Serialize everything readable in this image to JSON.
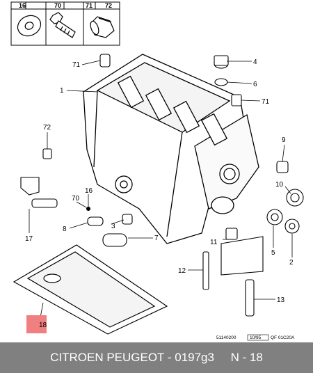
{
  "legend": {
    "items": [
      {
        "num": "16",
        "icon": "washer-icon"
      },
      {
        "num": "70",
        "icon": "bolt-icon"
      },
      {
        "num": "71",
        "icon": "plug-icon"
      },
      {
        "num": "72",
        "icon": "sleeve-icon"
      }
    ]
  },
  "callouts": {
    "c71a": "71",
    "c1": "1",
    "c72": "72",
    "c4": "4",
    "c6": "6",
    "c71b": "71",
    "c9": "9",
    "c10": "10",
    "c16": "16",
    "c70": "70",
    "c8": "8",
    "c3": "3",
    "c7": "7",
    "c17": "17",
    "c11": "11",
    "c5": "5",
    "c2": "2",
    "c12": "12",
    "c13": "13",
    "c18": "18"
  },
  "codes": {
    "drawing_number": "51140200",
    "date": "10/95",
    "reference": "QF 01C20A"
  },
  "footer": {
    "caption": "CITROEN PEUGEOT - 0197g3     N - 18"
  },
  "colors": {
    "highlight": "#f08080",
    "footer_bg": "#808080",
    "line": "#000000"
  }
}
